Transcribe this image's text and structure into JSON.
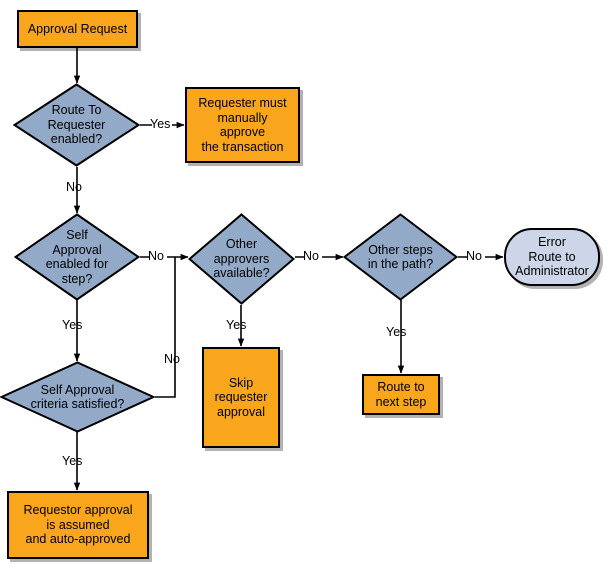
{
  "diagram": {
    "title": "Approval Request routing flowchart",
    "colors": {
      "process_fill": "#f9a61c",
      "decision_fill": "#92aac8",
      "terminator_fill": "#ccd6e8",
      "stroke": "#000000",
      "text": "#000000",
      "background": "#ffffff"
    }
  },
  "nodes": {
    "approval_request": {
      "label": "Approval Request",
      "shape": "process"
    },
    "route_to_requester": {
      "label": "Route To Requester enabled?",
      "shape": "decision"
    },
    "requester_manual": {
      "label": "Requester must manually approve the transaction",
      "shape": "process"
    },
    "self_approval_enabled": {
      "label": "Self Approval enabled for step?",
      "shape": "decision"
    },
    "other_approvers": {
      "label": "Other approvers available?",
      "shape": "decision"
    },
    "other_steps": {
      "label": "Other steps in the path?",
      "shape": "decision"
    },
    "error_route_admin": {
      "label": "Error Route to Administrator",
      "shape": "terminator"
    },
    "self_approval_criteria": {
      "label": "Self Approval criteria satisfied?",
      "shape": "decision"
    },
    "skip_requester": {
      "label": "Skip requester approval",
      "shape": "process"
    },
    "route_next_step": {
      "label": "Route to next step",
      "shape": "process"
    },
    "requestor_auto": {
      "label": "Requestor approval is assumed and auto-approved",
      "shape": "process"
    }
  },
  "node_lines": {
    "approval_request": [
      "Approval Request"
    ],
    "route_to_requester": [
      "Route To",
      "Requester",
      "enabled?"
    ],
    "requester_manual": [
      "Requester must",
      "manually",
      "approve",
      "the transaction"
    ],
    "self_approval_enabled": [
      "Self",
      "Approval",
      "enabled for",
      "step?"
    ],
    "other_approvers": [
      "Other",
      "approvers",
      "available?"
    ],
    "other_steps": [
      "Other steps",
      "in the path?"
    ],
    "error_route_admin": [
      "Error",
      "Route to",
      "Administrator"
    ],
    "self_approval_criteria": [
      "Self Approval",
      "criteria satisfied?"
    ],
    "skip_requester": [
      "Skip",
      "requester",
      "approval"
    ],
    "route_next_step": [
      "Route to",
      "next step"
    ],
    "requestor_auto": [
      "Requestor approval",
      "is assumed",
      "and auto-approved"
    ]
  },
  "edge_labels": {
    "route_to_requester_yes": "Yes",
    "route_to_requester_no": "No",
    "self_approval_enabled_no": "No",
    "self_approval_enabled_yes": "Yes",
    "other_approvers_no": "No",
    "other_approvers_yes": "Yes",
    "other_steps_no": "No",
    "other_steps_yes": "Yes",
    "self_approval_criteria_no": "No",
    "self_approval_criteria_yes": "Yes"
  }
}
